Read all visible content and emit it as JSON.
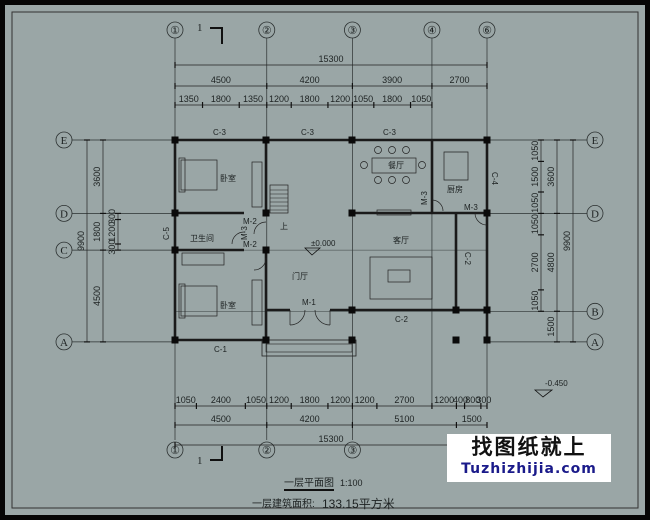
{
  "axes": {
    "top": [
      "①",
      "②",
      "③",
      "④",
      "⑥"
    ],
    "bottom": [
      "①",
      "②",
      "③"
    ],
    "left": [
      "E",
      "D",
      "C",
      "A"
    ],
    "right": [
      "E",
      "D",
      "B",
      "A"
    ]
  },
  "section_mark": "1",
  "dimensions": {
    "top_total": [
      15300
    ],
    "top_axes": [
      4500,
      4200,
      3900,
      2700
    ],
    "top_detail": [
      1350,
      1800,
      1350,
      1200,
      1800,
      1200,
      1050,
      1800,
      1050
    ],
    "bottom_detail": [
      1050,
      2400,
      1050,
      1200,
      1800,
      1200,
      1200,
      2700,
      1200,
      400,
      800,
      300
    ],
    "bottom_axes": [
      4500,
      4200,
      5100,
      1500
    ],
    "bottom_total": [
      15300
    ],
    "left_total": [
      9900
    ],
    "left_axes": [
      3600,
      1800,
      4500
    ],
    "left_detail": [
      300,
      1200,
      300
    ],
    "right_detail": [
      1050,
      1500,
      1050,
      1050,
      2700,
      1050
    ],
    "right_axes": [
      3600,
      4800,
      1500
    ],
    "right_total": [
      9900
    ]
  },
  "rooms": {
    "bedroom_upper": "卧室",
    "bedroom_lower": "卧室",
    "dining": "餐厅",
    "kitchen": "厨房",
    "bathroom": "卫生间",
    "living": "客厅",
    "foyer": "门厅"
  },
  "openings": {
    "c3_a": "C-3",
    "c3_b": "C-3",
    "c3_c": "C-3",
    "c1": "C-1",
    "c2_front": "C-2",
    "c2_side": "C-2",
    "c4": "C-4",
    "c5": "C-5",
    "m1": "M-1",
    "m2_a": "M-2",
    "m2_b": "M-2",
    "m3_bath": "M-3",
    "m3_kitchen": "M-3",
    "m3_back": "M-3"
  },
  "stair_label": "上",
  "elevations": {
    "floor": "±0.000",
    "outdoor": "-0.450"
  },
  "title": "一层平面图",
  "scale": "1:100",
  "area_label": "一层建筑面积:",
  "area_value": "133.15平方米",
  "watermark": {
    "line1": "找图纸就上",
    "line2": "Tuzhizhijia.com"
  }
}
